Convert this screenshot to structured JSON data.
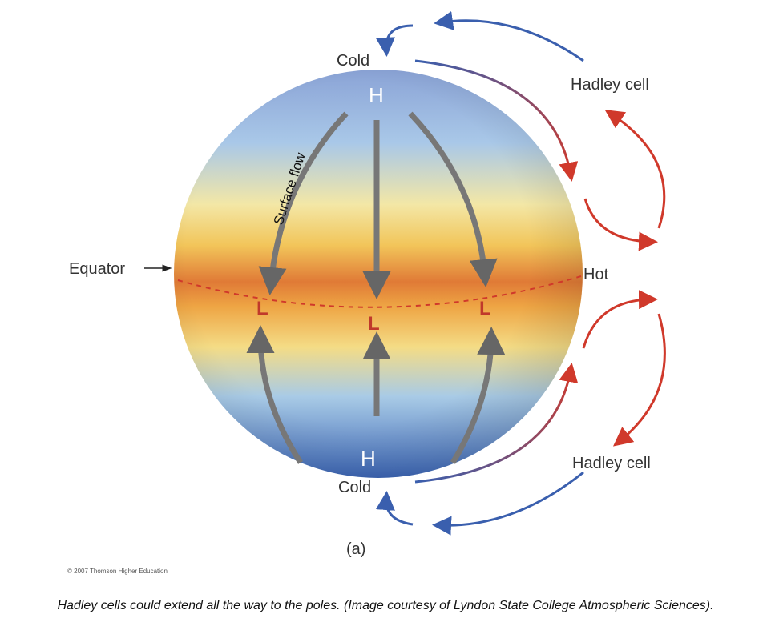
{
  "labels": {
    "cold_top": "Cold",
    "cold_bottom": "Cold",
    "high_top": "H",
    "high_bottom": "H",
    "low": "L",
    "equator": "Equator",
    "hot": "Hot",
    "hadley_top": "Hadley cell",
    "hadley_bottom": "Hadley cell",
    "surface_flow": "Surface flow",
    "panel": "(a)"
  },
  "copyright": "© 2007 Thomson Higher Education",
  "caption": "Hadley cells could extend all the way to the poles. (Image courtesy of Lyndon State College Atmospheric Sciences).",
  "colors": {
    "cold_arrow": "#3a5fae",
    "hot_arrow": "#d0392b",
    "flow_arrow": "#6e6e6e",
    "low": "#c0392b"
  }
}
